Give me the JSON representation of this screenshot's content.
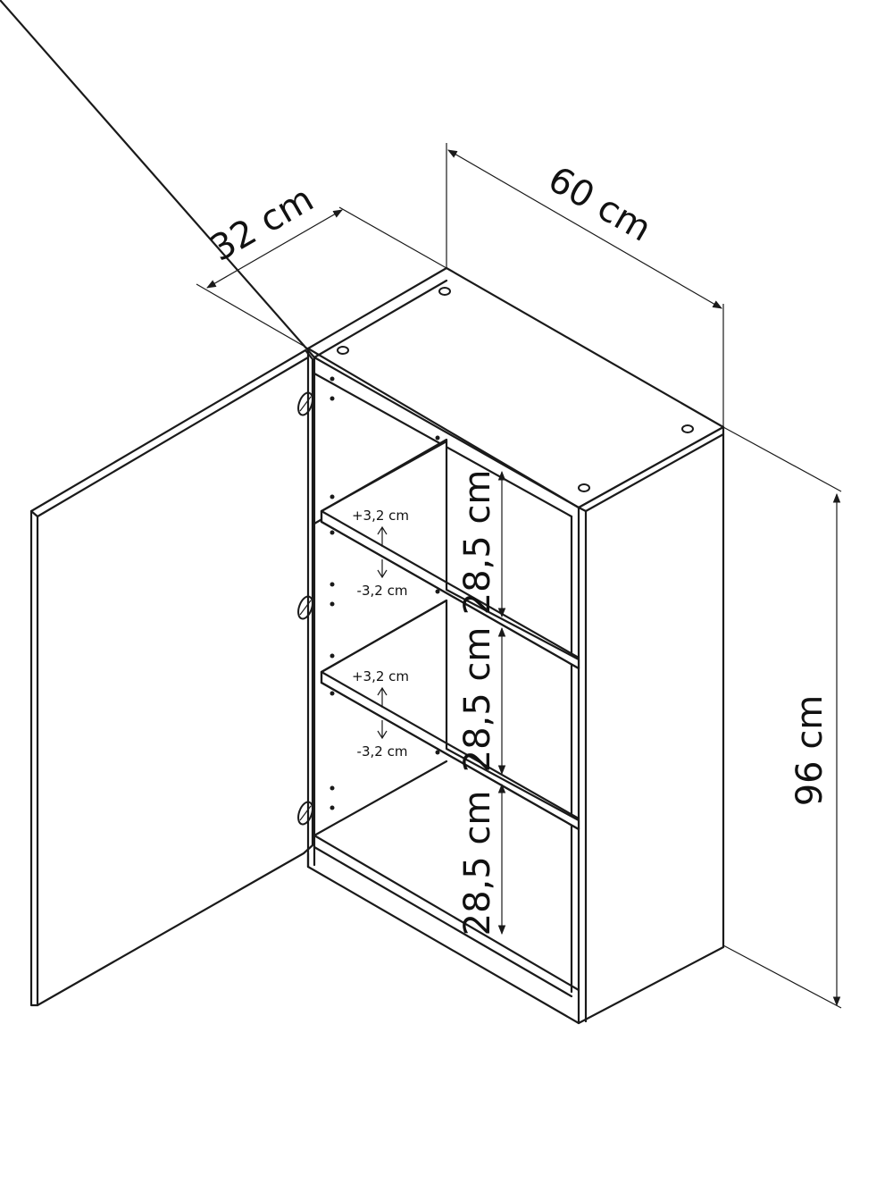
{
  "dimensions": {
    "depth": "32 cm",
    "width": "60 cm",
    "height": "96 cm",
    "shelf_gap_1": "28,5 cm",
    "shelf_gap_2": "28,5 cm",
    "shelf_gap_3": "28,5 cm"
  },
  "shelf_adjust": {
    "shelf1_up": "+3,2 cm",
    "shelf1_down": "-3,2 cm",
    "shelf2_up": "+3,2 cm",
    "shelf2_down": "-3,2 cm"
  }
}
